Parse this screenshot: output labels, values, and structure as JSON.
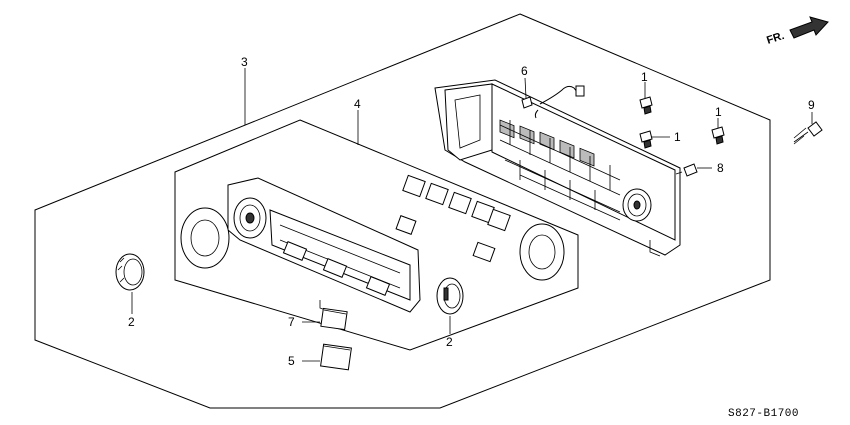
{
  "direction_label": "FR.",
  "diagram_code": "S827-B1700",
  "callouts": {
    "c1a": "1",
    "c1b": "1",
    "c1c": "1",
    "c2a": "2",
    "c2b": "2",
    "c3": "3",
    "c4": "4",
    "c5": "5",
    "c6": "6",
    "c7": "7",
    "c8": "8",
    "c9": "9"
  }
}
